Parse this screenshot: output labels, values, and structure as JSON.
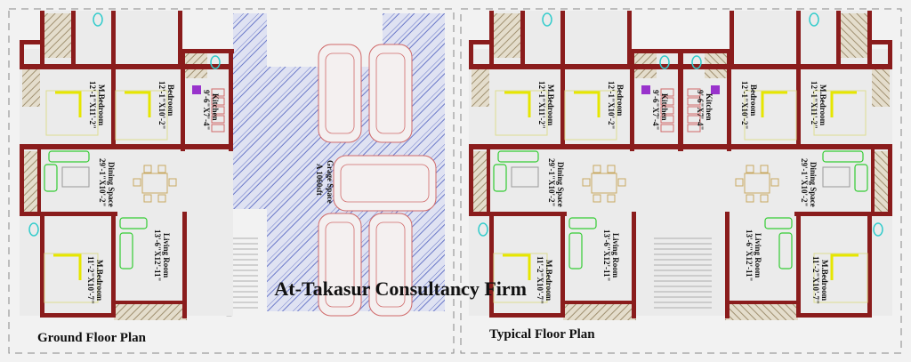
{
  "plans": [
    {
      "title": "Ground Floor Plan"
    },
    {
      "title": "Typical Floor Plan"
    }
  ],
  "rooms": {
    "m_bedroom_top": {
      "name": "M.Bedroom",
      "size": "12'-1\"X11'-2\""
    },
    "bedroom": {
      "name": "Bedroom",
      "size": "12'-1\"X10'-2\""
    },
    "kitchen": {
      "name": "Kitchen",
      "size": "9'-6\"X7'-4\""
    },
    "dining": {
      "name": "Dining Space",
      "size": "29'-1\"X10'-2\""
    },
    "living": {
      "name": "Living Room",
      "size": "13'-6\"X12'-11\""
    },
    "m_bedroom_bottom": {
      "name": "M.Bedroom",
      "size": "11'-2\"X10'-7\""
    }
  },
  "garage": {
    "name": "Grage Space",
    "area": "A 1060sft"
  },
  "watermark": "At-Takasur Consultancy Firm",
  "colors": {
    "wall": "#8a1c1c",
    "floor": "#ebebeb",
    "garage_hatch": "#6a78c8",
    "car_outline": "#d06a6a",
    "bed": "#e6e600",
    "sofa": "#33cc33",
    "toilet": "#33cccc",
    "stove": "#9933cc",
    "balcony_hatch": "#a09070"
  }
}
